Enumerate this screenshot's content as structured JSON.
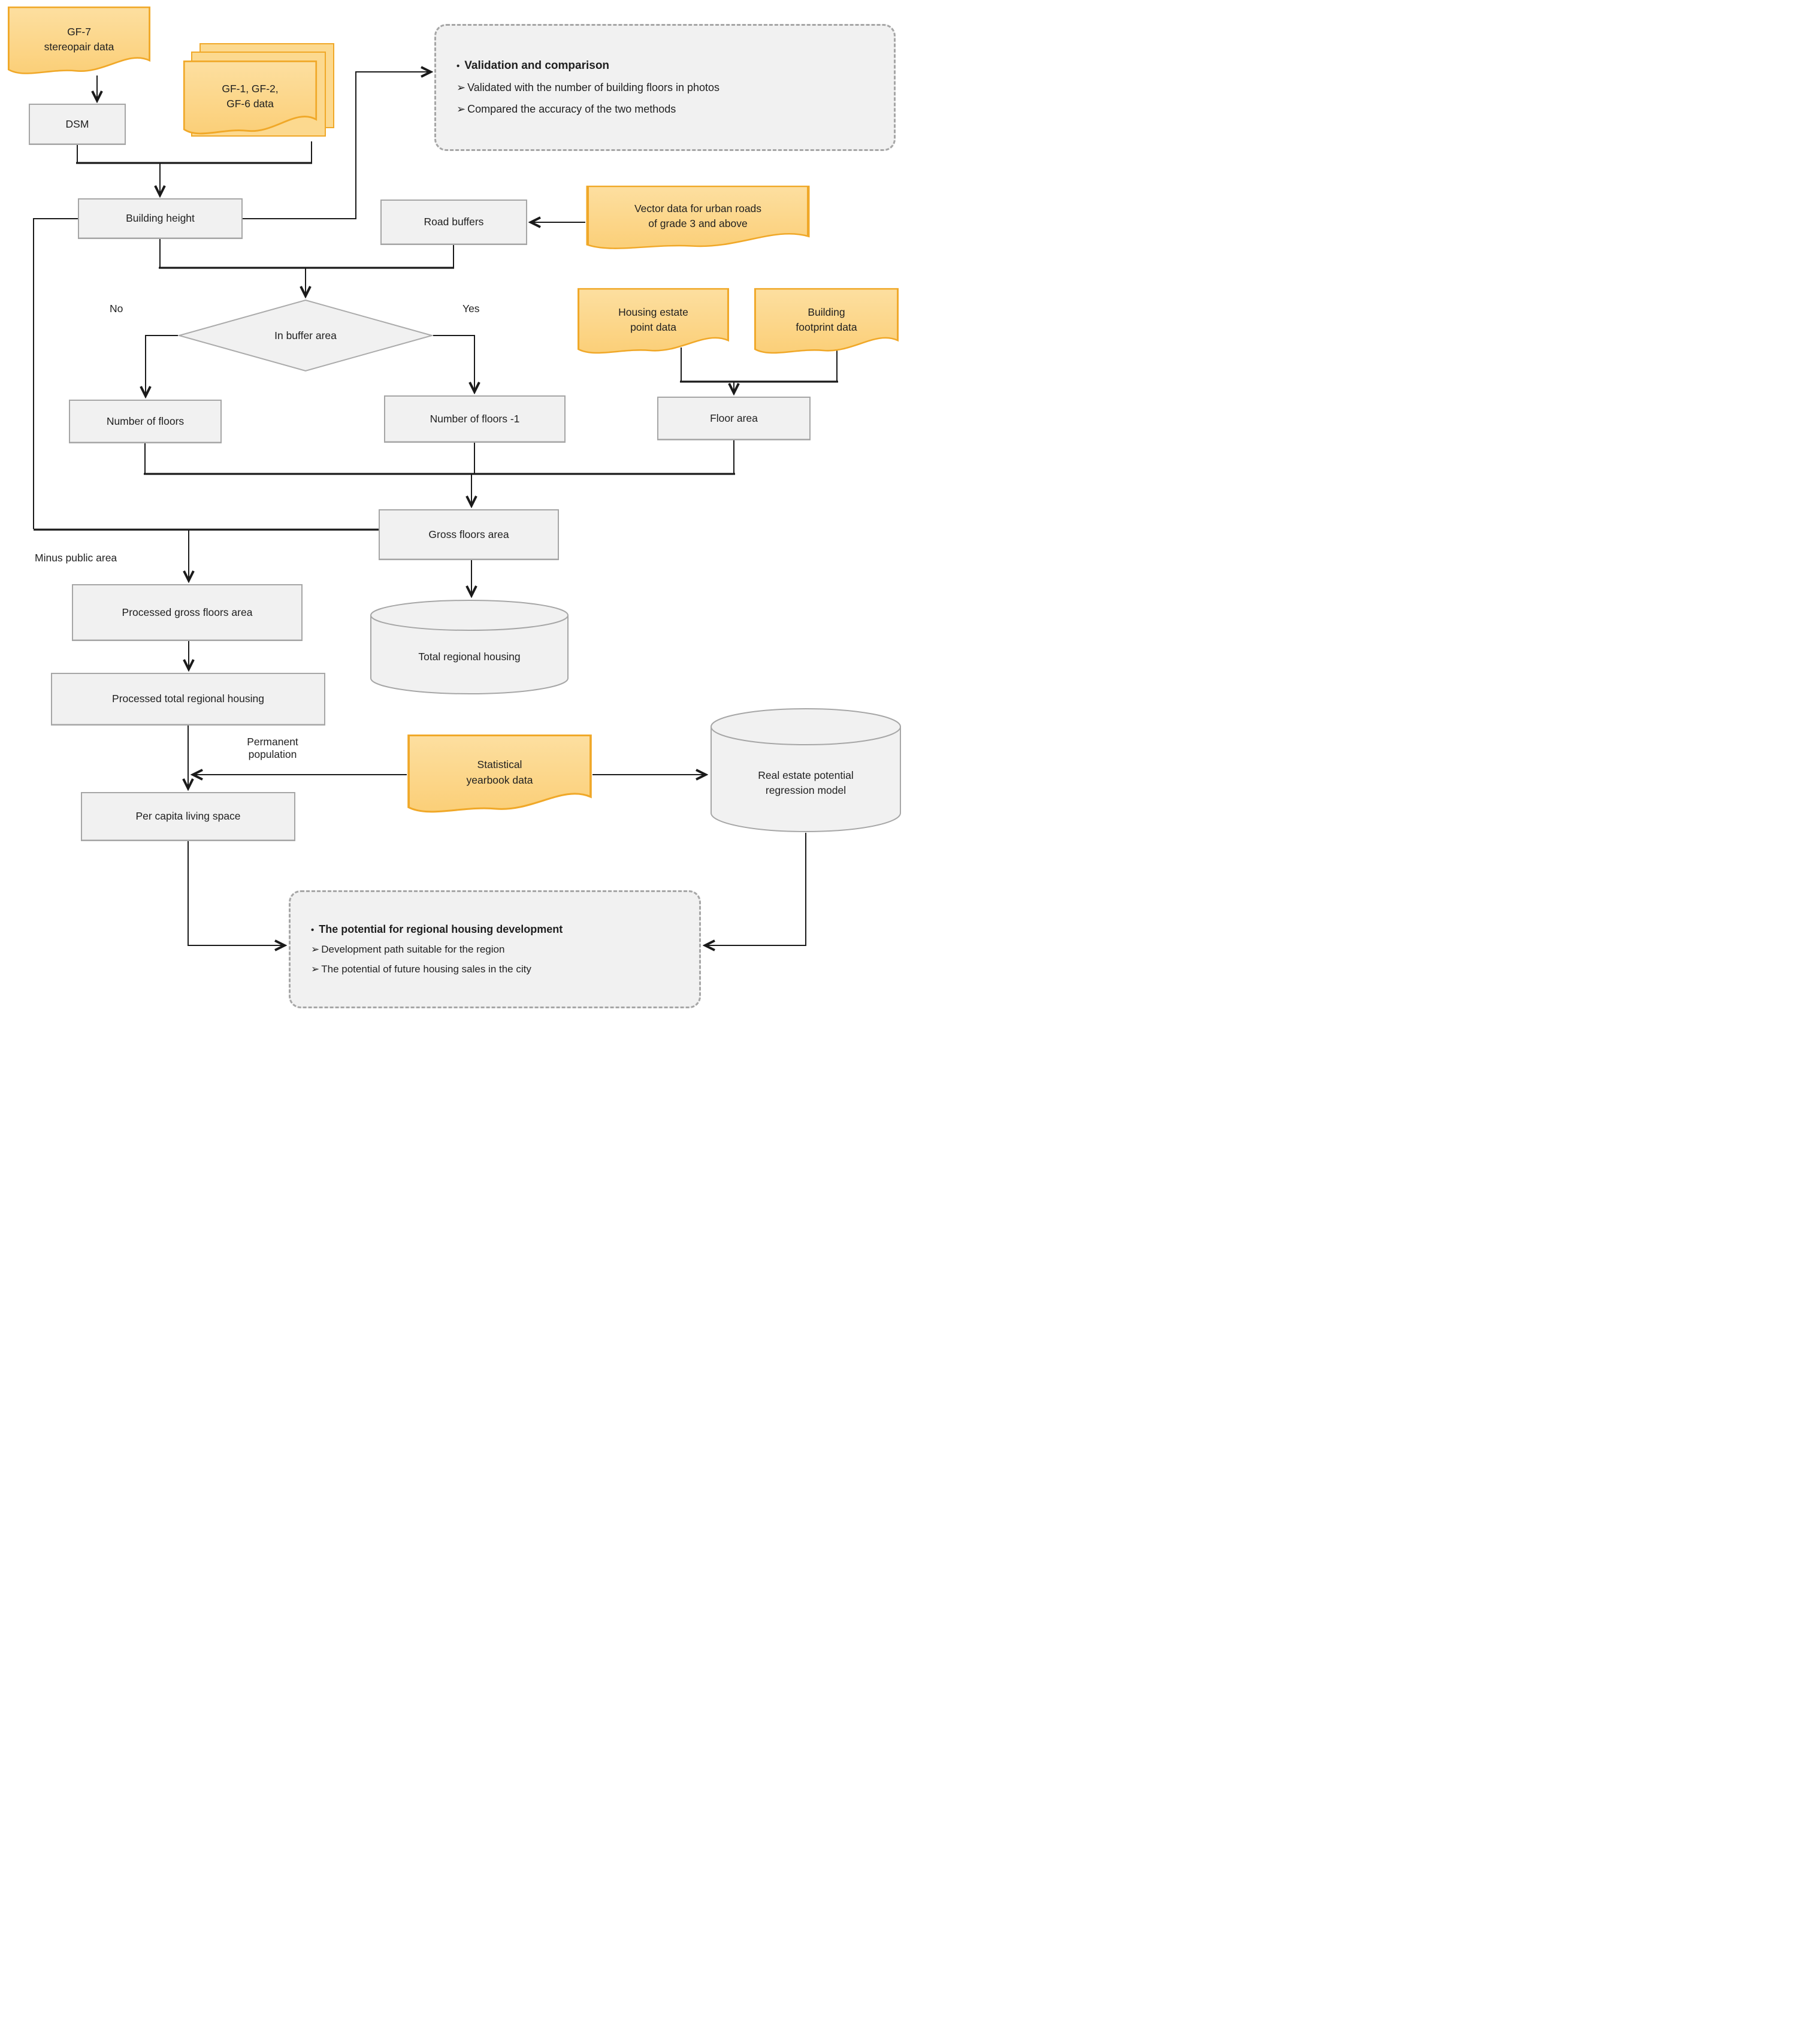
{
  "diagram": {
    "nodes": {
      "gf7_stereopair": {
        "label": "GF-7\nstereopair data"
      },
      "dsm": {
        "label": "DSM"
      },
      "gf126": {
        "label": "GF-1, GF-2,\nGF-6 data"
      },
      "building_height": {
        "label": "Building height"
      },
      "road_buffers": {
        "label": "Road buffers"
      },
      "vector_data": {
        "label": "Vector data for urban roads\nof grade 3 and above"
      },
      "decision": {
        "label": "In buffer area",
        "no_label": "No",
        "yes_label": "Yes"
      },
      "housing_estate": {
        "label": "Housing estate\npoint data"
      },
      "building_footprint": {
        "label": "Building\nfootprint data"
      },
      "number_of_floors": {
        "label": "Number of floors"
      },
      "number_of_floors_minus1": {
        "label": "Number of floors -1"
      },
      "floor_area": {
        "label": "Floor area"
      },
      "gross_floors_area": {
        "label": "Gross floors area"
      },
      "minus_public_area": {
        "label": "Minus public area"
      },
      "processed_gross_floors_area": {
        "label": "Processed gross floors area"
      },
      "total_regional_housing": {
        "label": "Total regional housing"
      },
      "processed_total_regional_housing": {
        "label": "Processed total regional housing"
      },
      "permanent_population": {
        "label": "Permanent\npopulation"
      },
      "statistical_yearbook": {
        "label": "Statistical\nyearbook data"
      },
      "regression_model": {
        "label": "Real estate potential\nregression model"
      },
      "per_capita": {
        "label": "Per capita living space"
      }
    },
    "validation_panel": {
      "bullet": "•",
      "title": "Validation and comparison",
      "marker": "➢",
      "items": [
        "Validated with the number of building floors in photos",
        "Compared the accuracy of the two methods"
      ]
    },
    "potential_panel": {
      "bullet": "•",
      "title": "The potential for regional housing development",
      "marker": "➢",
      "items": [
        "Development path suitable for the region",
        "The potential of future housing sales in the city"
      ]
    },
    "colors": {
      "document_fill": "#FCD584",
      "document_border": "#F0A828",
      "process_fill": "#F1F1F1",
      "process_border": "#A6A6A6",
      "connector_line": "#1A1A1A"
    }
  }
}
